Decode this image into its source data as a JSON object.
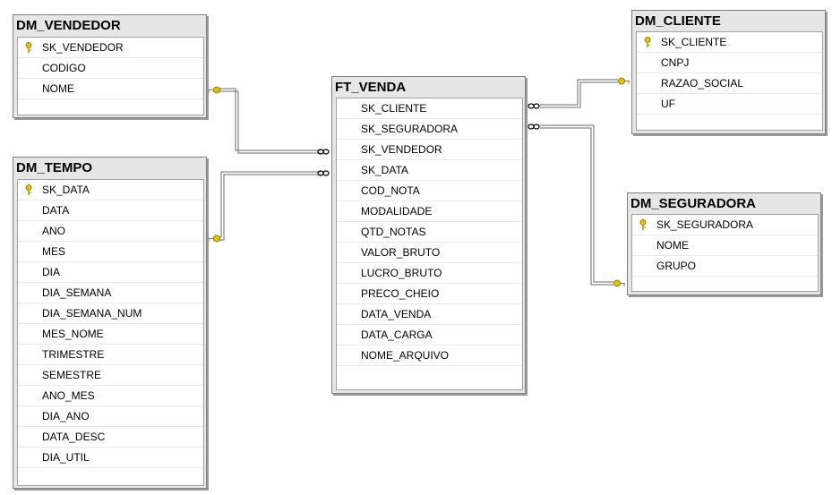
{
  "tables": {
    "dm_vendedor": {
      "title": "DM_VENDEDOR",
      "columns": [
        "SK_VENDEDOR",
        "CODIGO",
        "NOME"
      ]
    },
    "dm_tempo": {
      "title": "DM_TEMPO",
      "columns": [
        "SK_DATA",
        "DATA",
        "ANO",
        "MES",
        "DIA",
        "DIA_SEMANA",
        "DIA_SEMANA_NUM",
        "MES_NOME",
        "TRIMESTRE",
        "SEMESTRE",
        "ANO_MES",
        "DIA_ANO",
        "DATA_DESC",
        "DIA_UTIL"
      ]
    },
    "ft_venda": {
      "title": "FT_VENDA",
      "columns": [
        "SK_CLIENTE",
        "SK_SEGURADORA",
        "SK_VENDEDOR",
        "SK_DATA",
        "COD_NOTA",
        "MODALIDADE",
        "QTD_NOTAS",
        "VALOR_BRUTO",
        "LUCRO_BRUTO",
        "PRECO_CHEIO",
        "DATA_VENDA",
        "DATA_CARGA",
        "NOME_ARQUIVO"
      ]
    },
    "dm_cliente": {
      "title": "DM_CLIENTE",
      "columns": [
        "SK_CLIENTE",
        "CNPJ",
        "RAZAO_SOCIAL",
        "UF"
      ]
    },
    "dm_seguradora": {
      "title": "DM_SEGURADORA",
      "columns": [
        "SK_SEGURADORA",
        "NOME",
        "GRUPO"
      ]
    }
  },
  "colors": {
    "relationship_line": "#6a6a6a",
    "key_icon": "#e6c200",
    "header_bg": "#e6e6e6"
  }
}
